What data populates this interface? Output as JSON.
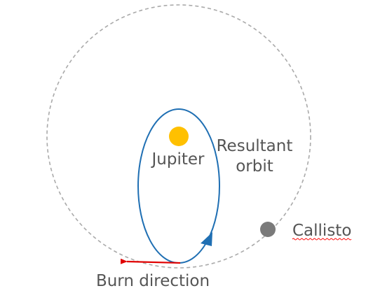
{
  "labels": {
    "jupiter": "Jupiter",
    "resultant_line1": "Resultant",
    "resultant_line2": "orbit",
    "callisto": "Callisto",
    "burn_direction": "Burn direction"
  },
  "colors": {
    "callisto_orbit": "#aaaaaa",
    "resultant_orbit": "#1f6fb3",
    "direction_arrow": "#1f6fb3",
    "jupiter": "#ffc000",
    "callisto": "#7a7a7a",
    "burn_arrow": "#e00000",
    "label_text": "#555555",
    "spellcheck_underline": "#ff0000"
  }
}
